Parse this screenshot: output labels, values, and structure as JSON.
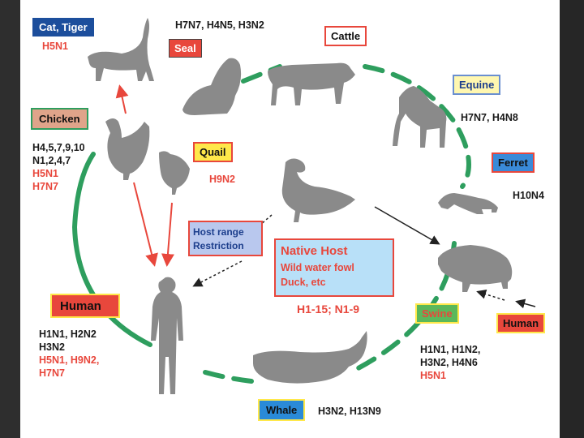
{
  "colors": {
    "green_cycle": "#2e9e5e",
    "red_arrow": "#e8473c",
    "animal_gray": "#8a8a8a",
    "label_red": "#e8473c"
  },
  "labels": {
    "cat_tiger": "Cat, Tiger",
    "seal": "Seal",
    "cattle": "Cattle",
    "equine": "Equine",
    "chicken": "Chicken",
    "quail": "Quail",
    "ferret": "Ferret",
    "host_range": "Host range",
    "restriction": "Restriction",
    "native_host": "Native Host",
    "native_sub1": "Wild water fowl",
    "native_sub2": "Duck, etc",
    "human_left": "Human",
    "swine": "Swine",
    "human_right": "Human",
    "whale": "Whale"
  },
  "strains": {
    "cat": "H5N1",
    "seal": "H7N7, H4N5, H3N2",
    "equine": "H7N7, H4N8",
    "chicken": [
      "H4,5,7,9,10",
      "N1,2,4,7"
    ],
    "chicken_red": [
      "H5N1",
      "H7N7"
    ],
    "quail": "H9N2",
    "ferret": "H10N4",
    "native": "H1-15; N1-9",
    "human": [
      "H1N1, H2N2",
      "H3N2"
    ],
    "human_red": [
      "H5N1, H9N2,",
      "H7N7"
    ],
    "swine": [
      "H1N1, H1N2,",
      "H3N2, H4N6"
    ],
    "swine_red": "H5N1",
    "whale": "H3N2, H13N9"
  }
}
